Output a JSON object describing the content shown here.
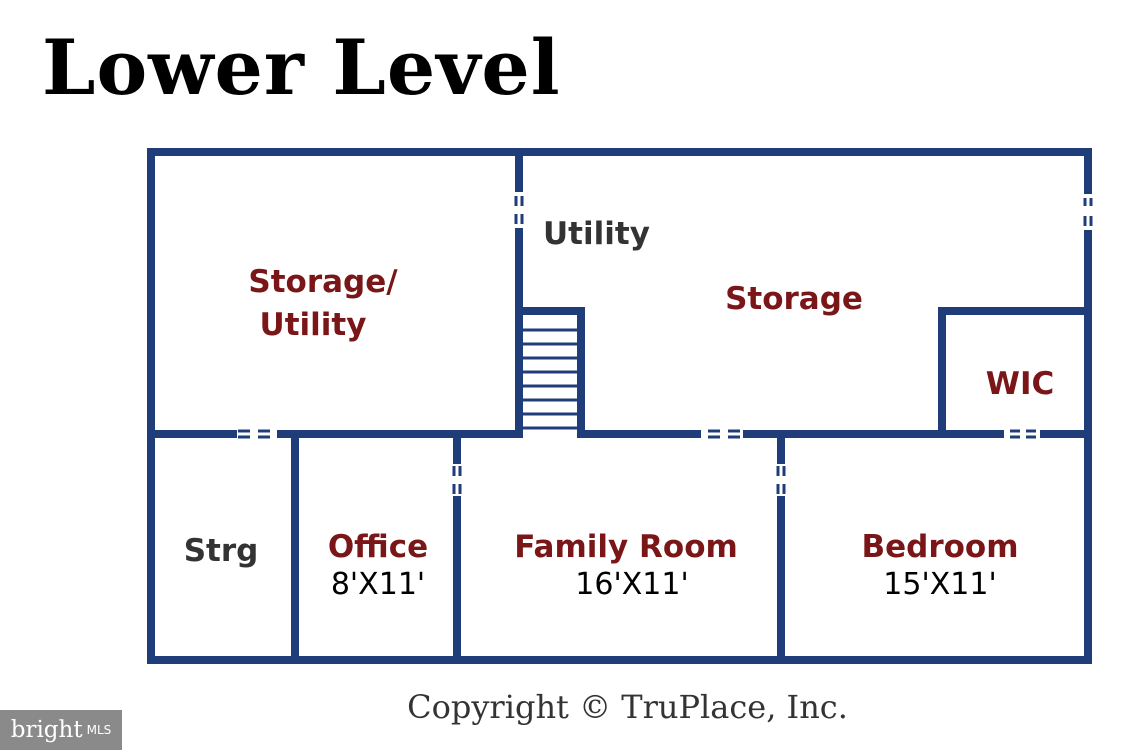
{
  "title": "Lower Level",
  "colors": {
    "wall": "#1f3d79",
    "room_label": "#7a1518",
    "utility_label": "#333333",
    "badge_bg": "#8a8a8a"
  },
  "rooms": {
    "storage_utility": {
      "line1": "Storage/",
      "line2": "Utility"
    },
    "utility": {
      "label": "Utility"
    },
    "storage": {
      "label": "Storage"
    },
    "wic": {
      "label": "WIC"
    },
    "strg": {
      "label": "Strg"
    },
    "office": {
      "label": "Office",
      "dims": "8'X11'"
    },
    "family_room": {
      "label": "Family Room",
      "dims": "16'X11'"
    },
    "bedroom": {
      "label": "Bedroom",
      "dims": "15'X11'"
    }
  },
  "copyright": "Copyright © TruPlace, Inc.",
  "badge": {
    "brand": "bright",
    "suffix": "MLS"
  }
}
